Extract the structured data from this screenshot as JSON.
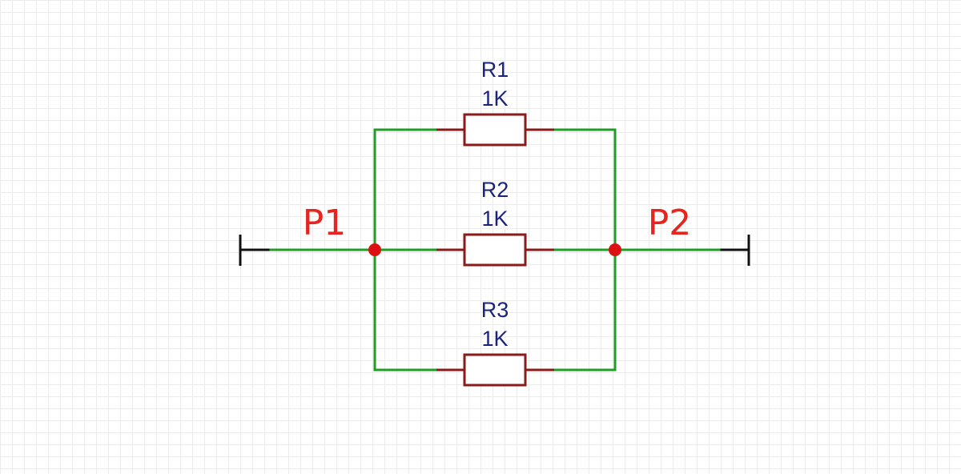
{
  "colors": {
    "wire": "#1e9e24",
    "resistor": "#8b1a1a",
    "junction": "#dd1111",
    "terminal": "#111111",
    "component_label": "#1a237e",
    "port_label": "#e8241f",
    "grid": "#ececec"
  },
  "ports": [
    {
      "label": "P1"
    },
    {
      "label": "P2"
    }
  ],
  "resistors": [
    {
      "ref": "R1",
      "value": "1K"
    },
    {
      "ref": "R2",
      "value": "1K"
    },
    {
      "ref": "R3",
      "value": "1K"
    }
  ]
}
